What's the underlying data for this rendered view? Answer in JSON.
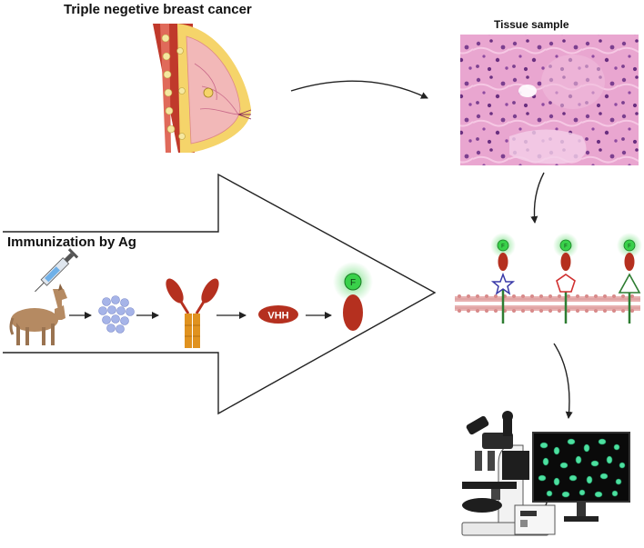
{
  "labels": {
    "main_title": "Triple negetive breast cancer",
    "tissue_title": "Tissue sample",
    "immunization_title": "Immunization by Ag",
    "vhh": "VHH",
    "fluor": "F"
  },
  "colors": {
    "nanobody_red": "#b5301f",
    "fluor_green": "#39d14a",
    "breast_pink": "#f2b8b8",
    "breast_yellow": "#f5d46a",
    "muscle_red": "#c0392b",
    "tissue_pink": "#e07ab8",
    "tissue_purple": "#7b3f8f",
    "cells_blue": "#a6b4e8",
    "antibody_orange": "#e0921f",
    "llama_brown": "#b58a62",
    "screen_bg": "#0a0a0a",
    "screen_cell": "#4de0a0",
    "membrane_pink": "#e8b0b0",
    "membrane_green": "#2e7d32",
    "marker_star": "#3a3aa8",
    "marker_pentagon": "#d03030",
    "marker_triangle": "#2e7d32"
  },
  "icons": [
    "syringe-icon",
    "llama-icon",
    "cells-icon",
    "antibody-icon",
    "microscope-icon",
    "monitor-icon",
    "star-marker-icon",
    "pentagon-marker-icon",
    "triangle-marker-icon"
  ]
}
